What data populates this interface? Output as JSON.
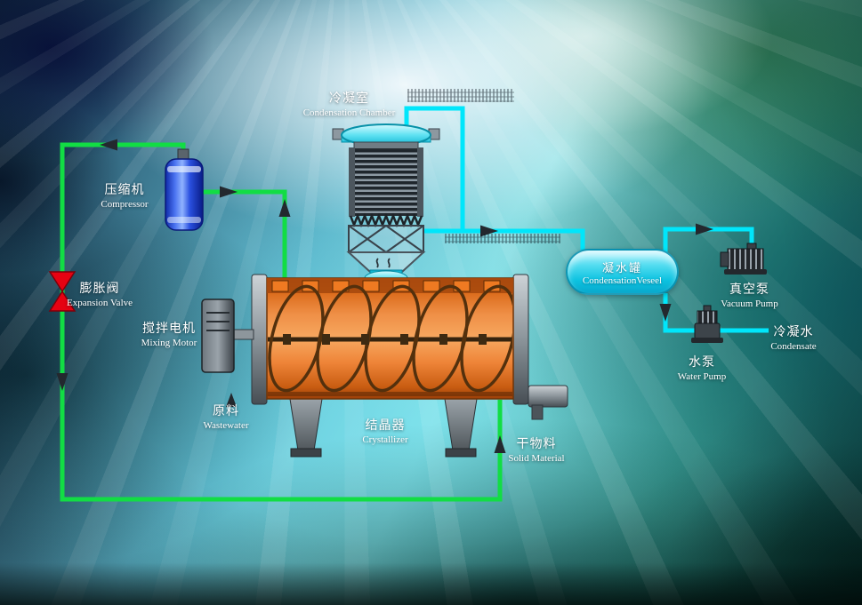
{
  "colors": {
    "pipe_green": "#12dd44",
    "pipe_cyan": "#00e6fb",
    "valve_red": "#e60212",
    "arrow_dark": "#23282e",
    "crystallizer_orange": "#ef8f46",
    "compressor_blue": "#2a50e0",
    "vessel_cyan": "#2ed0ea",
    "metal_gray": "#8b949a"
  },
  "labels": {
    "condensation_chamber": {
      "zh": "冷凝室",
      "en": "Condensation Chamber"
    },
    "compressor": {
      "zh": "压缩机",
      "en": "Compressor"
    },
    "expansion_valve": {
      "zh": "膨胀阀",
      "en": "Expansion Valve"
    },
    "mixing_motor": {
      "zh": "搅拌电机",
      "en": "Mixing Motor"
    },
    "wastewater": {
      "zh": "原料",
      "en": "Wastewater"
    },
    "crystallizer": {
      "zh": "结晶器",
      "en": "Crystallizer"
    },
    "solid_material": {
      "zh": "干物料",
      "en": "Solid Material"
    },
    "condensation_vessel": {
      "zh": "凝水罐",
      "en": "CondensationVeseel"
    },
    "vacuum_pump": {
      "zh": "真空泵",
      "en": "Vacuum Pump"
    },
    "water_pump": {
      "zh": "水泵",
      "en": "Water Pump"
    },
    "condensate": {
      "zh": "冷凝水",
      "en": "Condensate"
    }
  }
}
